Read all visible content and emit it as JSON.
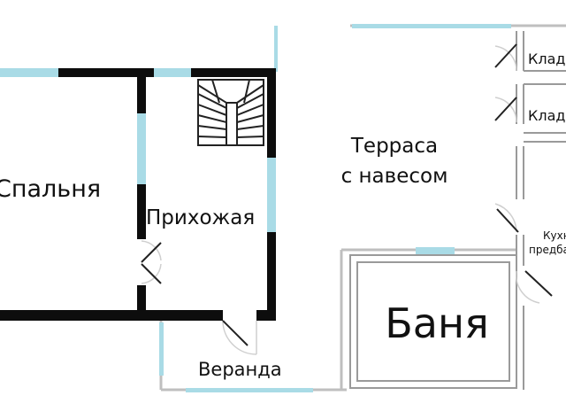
{
  "colors": {
    "wall": "#0d0d0d",
    "inner_wall": "#b9b9b9",
    "window": "#a9dbe6",
    "door_arc": "#c9c9c9",
    "background": "#ffffff"
  },
  "rooms": {
    "bedroom": "Спальня",
    "hallway": "Прихожая",
    "terrace_line1": "Терраса",
    "terrace_line2": "с навесом",
    "storage_1": "Кладовая",
    "storage_2": "Кладовая",
    "kitchen_line1": "Кухня",
    "kitchen_line2": "предбанник",
    "sauna": "Баня",
    "veranda": "Веранда"
  },
  "icons": {
    "stairs": "staircase-icon",
    "door": "door-swing-icon"
  }
}
